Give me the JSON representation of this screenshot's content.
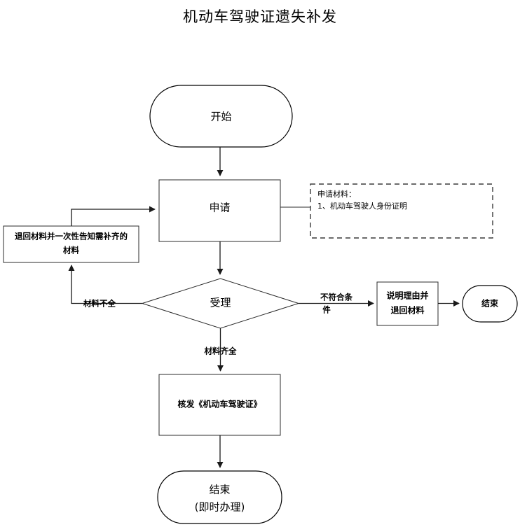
{
  "page": {
    "title": "机动车驾驶证遗失补发",
    "background_color": "#ffffff",
    "line_color": "#1a1a1a",
    "text_color": "#000000"
  },
  "diagram": {
    "type": "flowchart",
    "orientation": "top-to-bottom",
    "nodes": {
      "start": {
        "label": "开始",
        "shape": "stadium"
      },
      "apply": {
        "label": "申请",
        "shape": "rectangle"
      },
      "return_materials": {
        "label_line1": "退回材料并一次性告知需补齐的",
        "label_line2": "材料",
        "shape": "rectangle"
      },
      "accept": {
        "label": "受理",
        "shape": "diamond"
      },
      "explain_return": {
        "label_line1": "说明理由并",
        "label_line2": "退回材料",
        "shape": "rectangle"
      },
      "end_right": {
        "label": "结束",
        "shape": "stadium"
      },
      "issue_license": {
        "label": "核发《机动车驾驶证》",
        "shape": "rectangle"
      },
      "end_bottom": {
        "label_line1": "结束",
        "label_line2": "(即时办理)",
        "shape": "stadium"
      }
    },
    "note": {
      "title": "申请材料：",
      "items": [
        "1、机动车驾驶人身份证明"
      ],
      "style": "dashed"
    },
    "edge_labels": {
      "incomplete": "材料不全",
      "not_qualified_line1": "不符合条",
      "not_qualified_line2": "件",
      "complete": "材料齐全"
    },
    "edges": [
      {
        "from": "start",
        "to": "apply",
        "label": ""
      },
      {
        "from": "apply",
        "to": "note",
        "label": "",
        "style": "plain"
      },
      {
        "from": "apply",
        "to": "accept",
        "label": ""
      },
      {
        "from": "accept",
        "to": "return_materials",
        "label": "材料不全"
      },
      {
        "from": "return_materials",
        "to": "apply",
        "label": ""
      },
      {
        "from": "accept",
        "to": "explain_return",
        "label": "不符合条件"
      },
      {
        "from": "explain_return",
        "to": "end_right",
        "label": ""
      },
      {
        "from": "accept",
        "to": "issue_license",
        "label": "材料齐全"
      },
      {
        "from": "issue_license",
        "to": "end_bottom",
        "label": ""
      }
    ]
  }
}
